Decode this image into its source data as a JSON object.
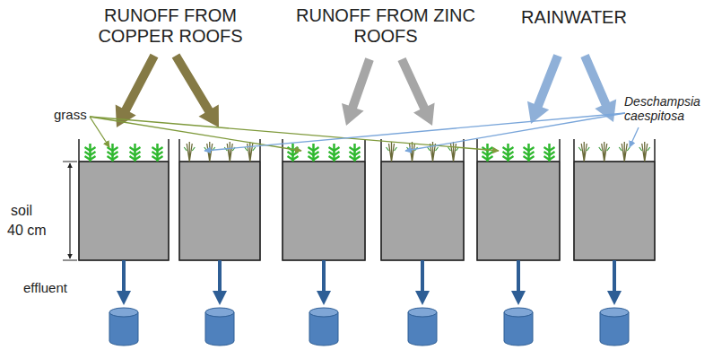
{
  "diagram": {
    "labels": [
      "RUNOFF FROM COPPER ROOFS",
      "RUNOFF FROM ZINC ROOFS",
      "RAINWATER",
      "grass",
      "Deschampsia caespitosa",
      "soil",
      "40 cm",
      "effluent"
    ]
  }
}
